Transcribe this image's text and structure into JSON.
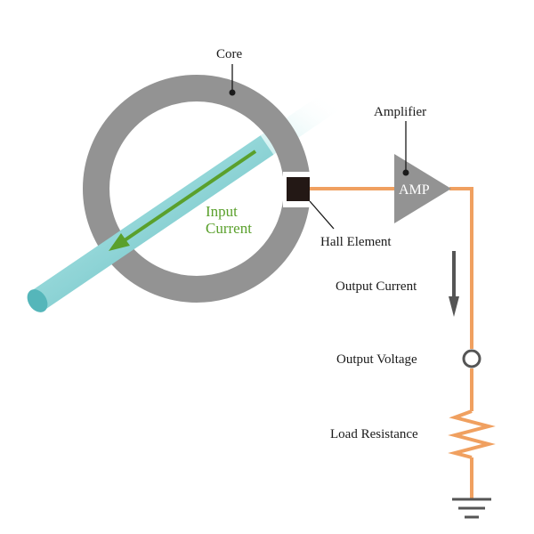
{
  "labels": {
    "core": "Core",
    "amplifier": "Amplifier",
    "amp": "AMP",
    "hall_element": "Hall Element",
    "input_current_line1": "Input",
    "input_current_line2": "Current",
    "output_current": "Output Current",
    "output_voltage": "Output Voltage",
    "load_resistance": "Load Resistance"
  },
  "colors": {
    "core": "#939393",
    "conductor": "#9fdcdc",
    "wire": "#f0a060",
    "arrow_green": "#5aa02c",
    "amp": "#939393",
    "hall": "#231815",
    "output_arrow": "#555555"
  }
}
